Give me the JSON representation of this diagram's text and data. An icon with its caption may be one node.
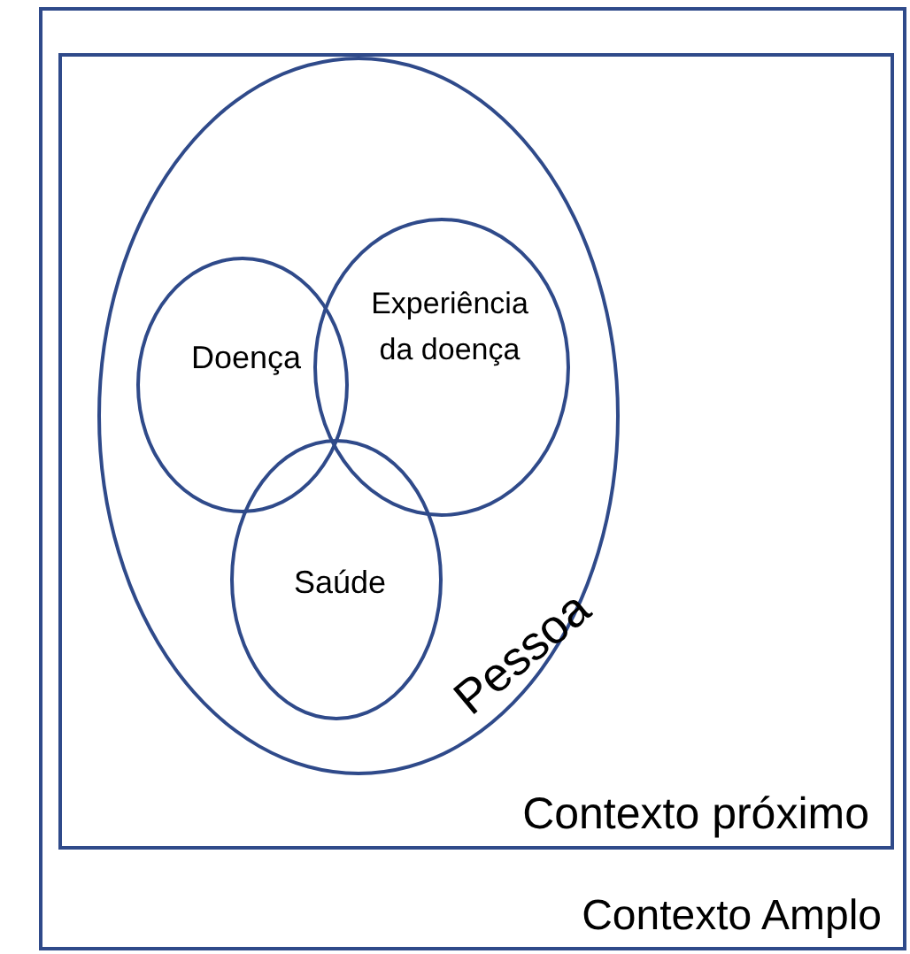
{
  "diagram": {
    "nodes": [
      {
        "text": [
          "Contexto Amplo"
        ]
      },
      {
        "text": [
          "Contexto próximo"
        ],
        "in": 0
      },
      {
        "text": [
          "Pessoa"
        ],
        "in": 1
      },
      {
        "text": [
          "Doença"
        ],
        "in": 2
      },
      {
        "text": [
          "Experiência da doença"
        ],
        "in": 2
      },
      {
        "text": [
          "Saúde"
        ],
        "in": 2
      }
    ]
  }
}
